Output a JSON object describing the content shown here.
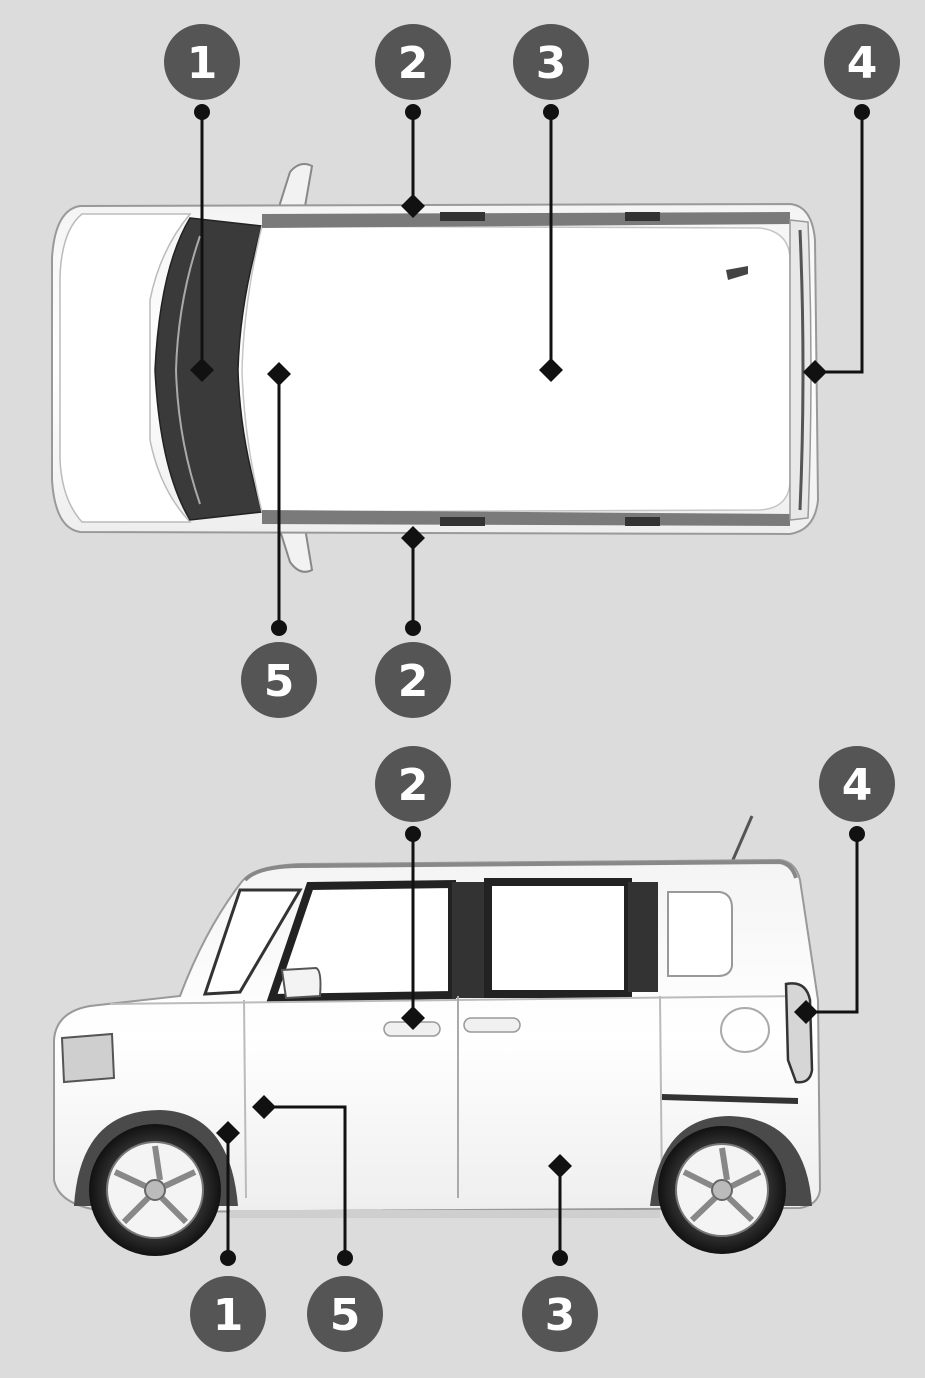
{
  "diagram": {
    "background_color": "#dcdcdc",
    "callout_fill": "#555555",
    "callout_text_color": "#ffffff",
    "leader_color": "#111111",
    "vehicle_body_color": "#ffffff",
    "vehicle_outline_color": "#9a9a9a",
    "top_view": {
      "callouts": [
        {
          "label": "1"
        },
        {
          "label": "2"
        },
        {
          "label": "3"
        },
        {
          "label": "4"
        },
        {
          "label": "5"
        },
        {
          "label": "2"
        }
      ]
    },
    "side_view": {
      "callouts": [
        {
          "label": "2"
        },
        {
          "label": "4"
        },
        {
          "label": "1"
        },
        {
          "label": "5"
        },
        {
          "label": "3"
        }
      ]
    }
  }
}
